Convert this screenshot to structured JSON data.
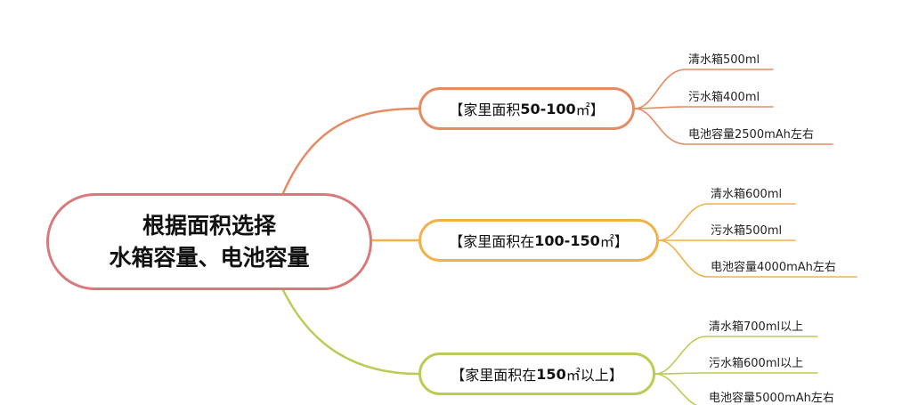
{
  "colors": {
    "root": "#d8797b",
    "branch_0": "#e48c64",
    "branch_1": "#f0b14a",
    "branch_2": "#b9cc55"
  },
  "root": {
    "line1": "根据面积选择",
    "line2": "水箱容量、电池容量"
  },
  "branches": [
    {
      "label_prefix": "【家里面积",
      "label_number": "50-100",
      "label_suffix": "㎡】",
      "leaves": [
        "清水箱500ml",
        "污水箱400ml",
        "电池容量2500mAh左右"
      ]
    },
    {
      "label_prefix": "【家里面积在",
      "label_number": "100-150",
      "label_suffix": "㎡】",
      "leaves": [
        "清水箱600ml",
        "污水箱500ml",
        "电池容量4000mAh左右"
      ]
    },
    {
      "label_prefix": "【家里面积在",
      "label_number": "150",
      "label_suffix": "㎡以上】",
      "leaves": [
        "清水箱700ml以上",
        "污水箱600ml以上",
        "电池容量5000mAh左右"
      ]
    }
  ]
}
